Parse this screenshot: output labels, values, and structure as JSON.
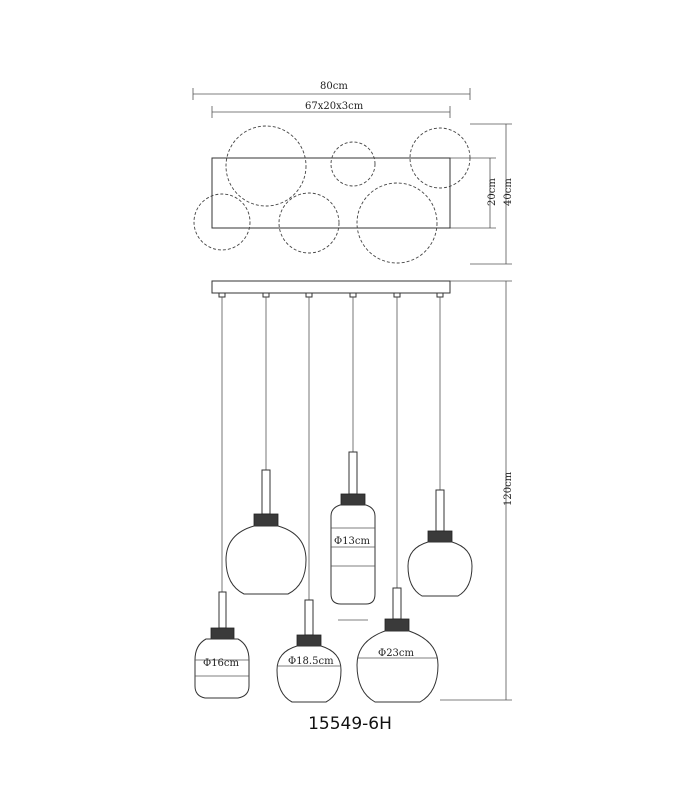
{
  "top_view": {
    "width_outer": "80cm",
    "width_inner": "67x20x3cm",
    "depth_inner": "20cm",
    "depth_outer": "40cm"
  },
  "side_view": {
    "height_total": "120cm"
  },
  "shade_labels": {
    "d13": "Φ13cm",
    "d16": "Φ16cm",
    "d18_5": "Φ18.5cm",
    "d23": "Φ23cm"
  },
  "model_number": "15549-6H"
}
